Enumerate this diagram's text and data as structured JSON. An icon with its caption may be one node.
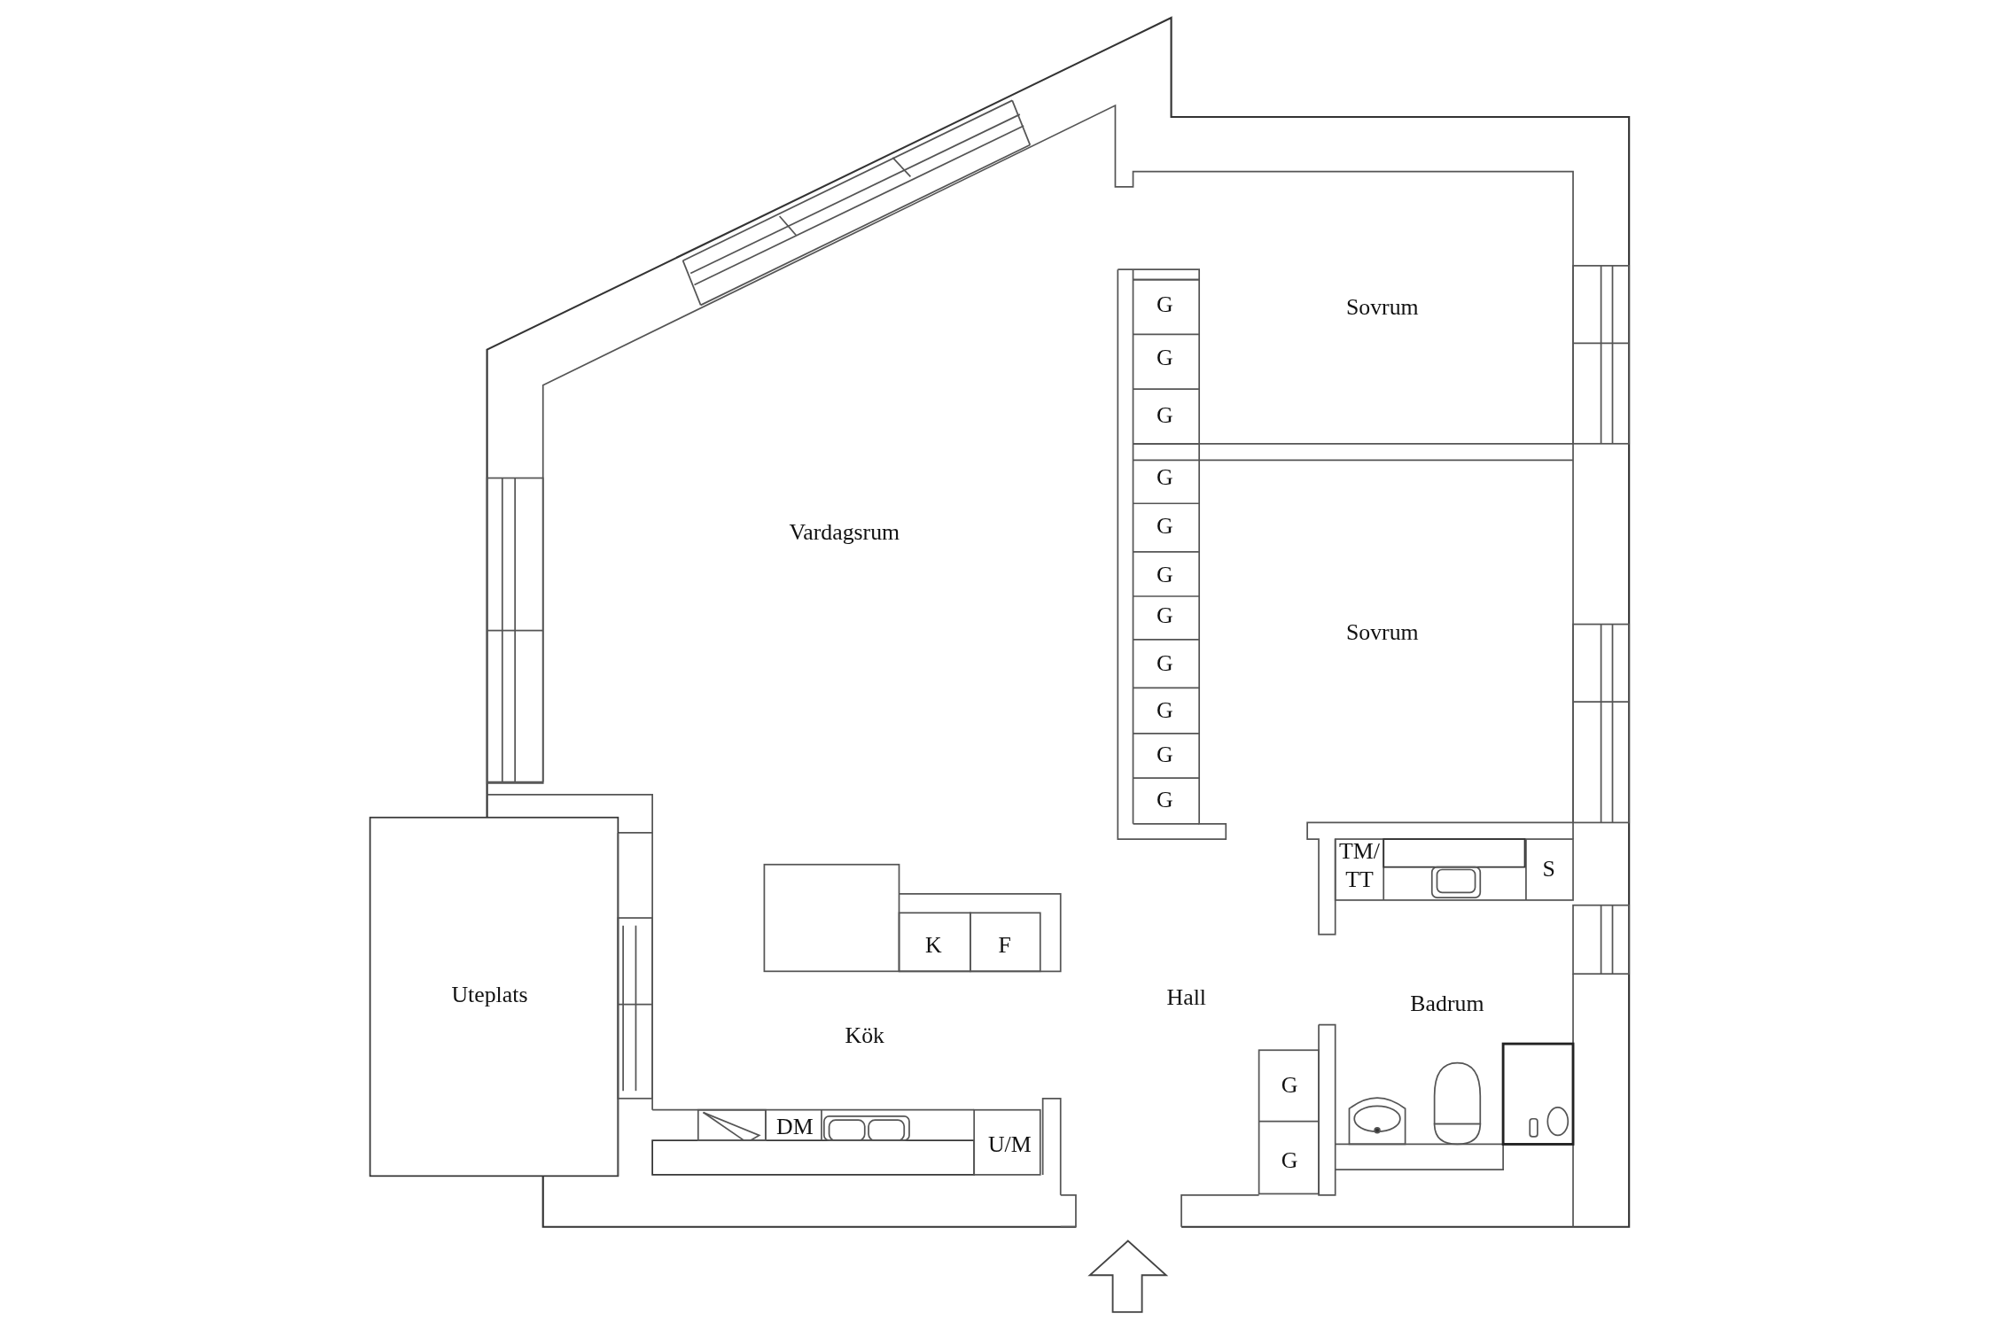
{
  "diagram": {
    "labels": [
      "G",
      "Sovrum",
      "G",
      "G",
      "G",
      "G",
      "Vardagsrum",
      "G",
      "G",
      "Sovrum",
      "G",
      "G",
      "G",
      "G",
      "TM/ TT",
      "S",
      "K",
      "F",
      "Uteplats",
      "Hall",
      "Badrum",
      "Kök",
      "G",
      "DM",
      "U/M",
      "G"
    ]
  }
}
